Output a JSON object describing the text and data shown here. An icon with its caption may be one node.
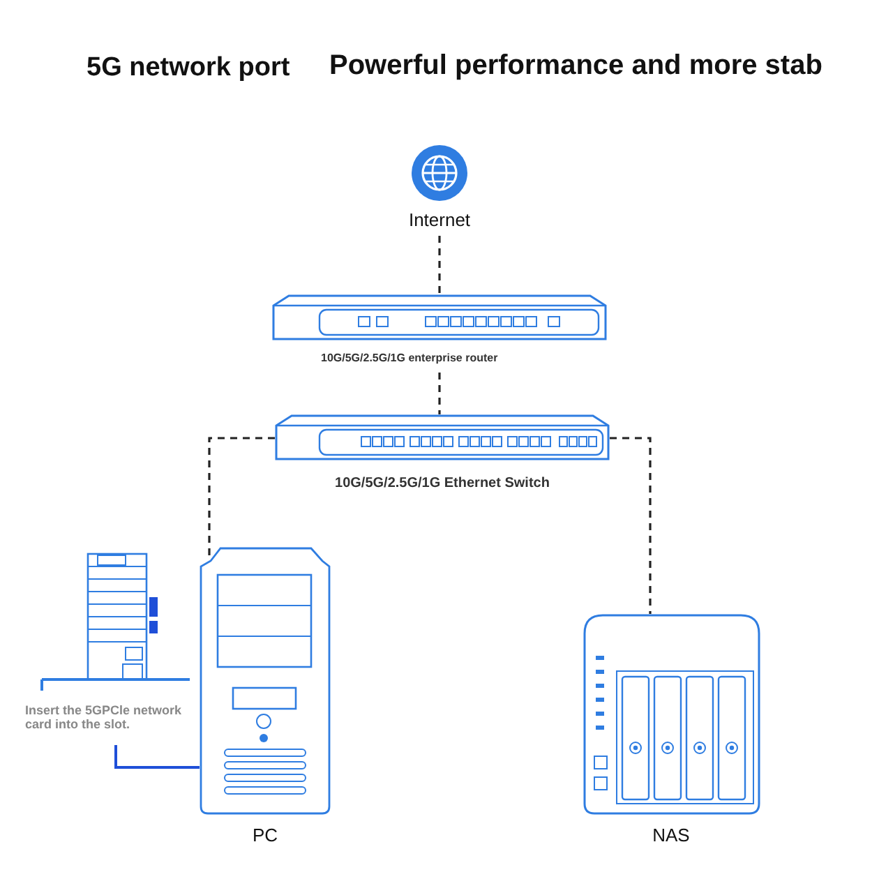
{
  "diagram": {
    "title": "5G network port",
    "nodes": [
      {
        "text": [
          "Internet"
        ]
      },
      {
        "text": [
          "10G/5G/2.5G/1G enterprise router"
        ]
      },
      {
        "text": [
          "10G/5G/2.5G/1G Ethernet Switch"
        ]
      },
      {
        "text": [
          "Insert the 5GPCle network card into the slot."
        ]
      },
      {
        "text": [
          "PC"
        ]
      },
      {
        "text": [
          "NAS"
        ]
      }
    ],
    "edges": [
      {
        "from": 0,
        "to": 1,
        "arrow": "none",
        "style": "dashed"
      },
      {
        "from": 1,
        "to": 2,
        "arrow": "none",
        "style": "dashed"
      },
      {
        "from": 2,
        "to": 4,
        "arrow": "none",
        "style": "dashed"
      },
      {
        "from": 2,
        "to": 5,
        "arrow": "none",
        "style": "dashed"
      },
      {
        "from": 3,
        "to": 4,
        "arrow": "none",
        "color": "#1f4fd8"
      }
    ],
    "labels": [
      "Powerful performance and more stab"
    ]
  }
}
